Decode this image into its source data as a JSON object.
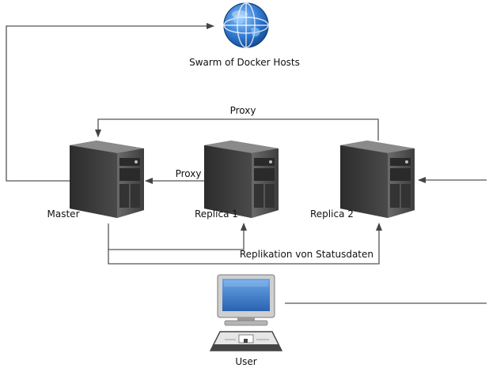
{
  "nodes": {
    "globe": {
      "label": "Swarm of Docker Hosts",
      "icon": "globe-icon"
    },
    "master": {
      "label": "Master",
      "icon": "server-tower-icon"
    },
    "replica1": {
      "label": "Replica 1",
      "icon": "server-tower-icon"
    },
    "replica2": {
      "label": "Replica 2",
      "icon": "server-tower-icon"
    },
    "user": {
      "label": "User",
      "icon": "desktop-computer-icon"
    }
  },
  "edges": {
    "proxy_top": {
      "label": "Proxy"
    },
    "proxy_replica1": {
      "label": "Proxy"
    },
    "replication": {
      "label": "Replikation von Statusdaten"
    }
  },
  "colors": {
    "line": "#555555",
    "server_body": "#5a5a5a",
    "globe": "#3d86d4",
    "monitor_screen": "#3a78c8"
  }
}
